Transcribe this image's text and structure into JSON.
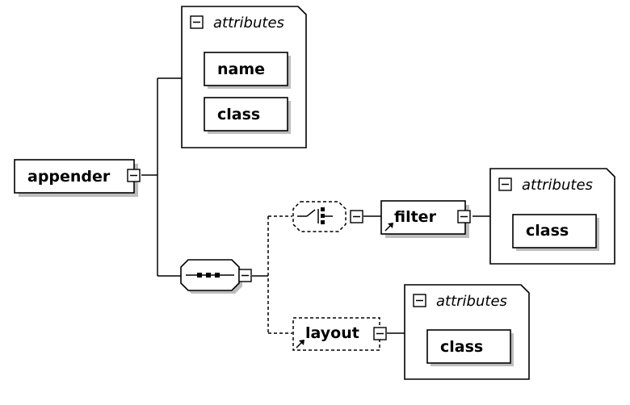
{
  "root": {
    "label": "appender"
  },
  "root_attributes": {
    "header": "attributes",
    "items": [
      {
        "label": "name"
      },
      {
        "label": "class"
      }
    ]
  },
  "sequence": {
    "icon": "sequence-compositor-icon"
  },
  "choice": {
    "icon": "optional-choice-compositor-icon"
  },
  "filter": {
    "label": "filter",
    "attributes": {
      "header": "attributes",
      "items": [
        {
          "label": "class"
        }
      ]
    }
  },
  "layout": {
    "label": "layout",
    "attributes": {
      "header": "attributes",
      "items": [
        {
          "label": "class"
        }
      ]
    }
  }
}
